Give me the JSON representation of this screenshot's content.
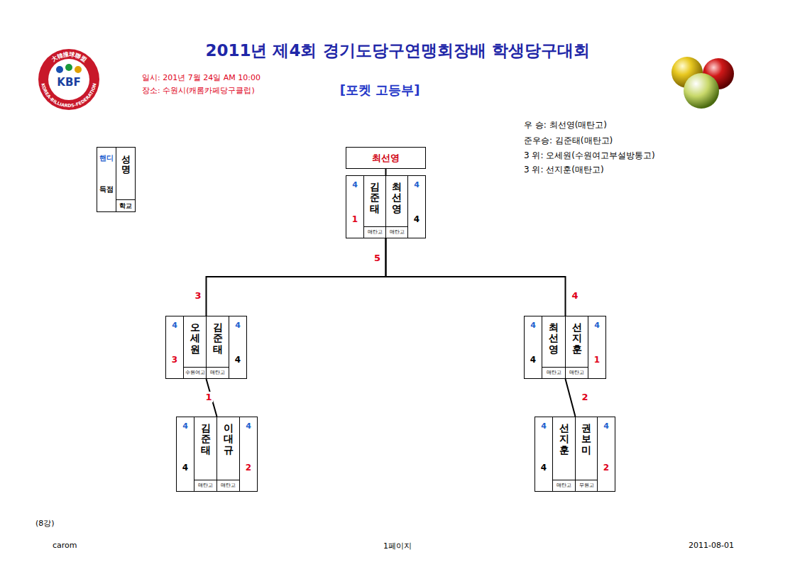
{
  "diagram": {
    "title": "2011년 제4회 경기도당구연맹회장배 학생당구대회",
    "nodes": [
      {
        "text": [
          "핸디",
          "성명",
          "득점",
          "학교"
        ]
      },
      {
        "text": [
          "최선영"
        ]
      },
      {
        "text": [
          "4",
          "김준태",
          "1",
          "매탄고"
        ]
      },
      {
        "text": [
          "4",
          "최선영",
          "4",
          "매탄고"
        ]
      },
      {
        "text": [
          "4",
          "오세원",
          "3",
          "수원여고"
        ]
      },
      {
        "text": [
          "4",
          "김준태",
          "4",
          "매탄고"
        ]
      },
      {
        "text": [
          "4",
          "최선영",
          "4",
          "매탄고"
        ]
      },
      {
        "text": [
          "4",
          "선지훈",
          "1",
          "매탄고"
        ]
      },
      {
        "text": [
          "4",
          "김준태",
          "4",
          "매탄고"
        ]
      },
      {
        "text": [
          "4",
          "이대규",
          "2",
          "매탄고"
        ]
      },
      {
        "text": [
          "4",
          "선지훈",
          "4",
          "매탄고"
        ]
      },
      {
        "text": [
          "4",
          "권보미",
          "2",
          "무원고"
        ]
      }
    ],
    "edges": [
      {
        "from": 8,
        "to": 5,
        "arrow": "none",
        "label": "1"
      },
      {
        "from": 10,
        "to": 7,
        "arrow": "none",
        "label": "2"
      },
      {
        "from": 5,
        "to": 2,
        "arrow": "none",
        "label": "3"
      },
      {
        "from": 6,
        "to": 3,
        "arrow": "none",
        "label": "4"
      },
      {
        "from": 3,
        "to": 1,
        "arrow": "none"
      }
    ],
    "labels": [
      "일시: 201년 7월 24일 AM 10:00",
      "장소: 수원시(캐롬카페당구클럽)",
      "[포켓 고등부]",
      "우 승: 최선영(매탄고)",
      "준우승: 김준태(매탄고)",
      "3 위: 오세원(수원여고부설방통고)",
      "3 위: 선지훈(매탄고)",
      "5",
      "(8강)",
      "carom",
      "1페이지",
      "2011-08-01",
      "KBF",
      "KOREA-BILLIARDS-FEDERATION",
      "大韓撞球聯盟"
    ]
  }
}
